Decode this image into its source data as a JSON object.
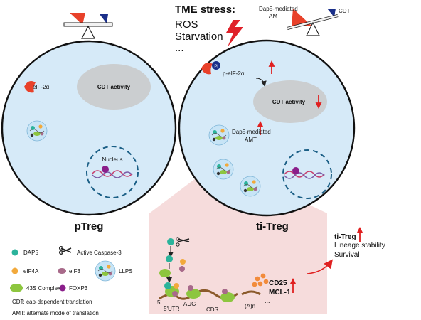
{
  "stress": {
    "title": "TME stress:",
    "items": [
      "ROS",
      "Starvation",
      "..."
    ]
  },
  "seesaw_right": {
    "left_label_line1": "Dap5-mediated",
    "left_label_line2": "AMT",
    "right_label": "CDT"
  },
  "cell_left": {
    "name": "pTreg",
    "eif2a": "eIF-2α",
    "cdt": "CDT activity",
    "nucleus": "Nucleus"
  },
  "cell_right": {
    "name": "ti-Treg",
    "pi": "Pi",
    "p_eif2a": "p-eIF-2α",
    "cdt": "CDT activity",
    "dap5_line1": "Dap5-mediated",
    "dap5_line2": "AMT"
  },
  "legend": {
    "dap5": "DAP5",
    "caspase": "Active Caspase-3",
    "eif4a": "eIF4A",
    "eif3": "eIF3",
    "llps": "LLPS",
    "complex43s": "43S Complex",
    "foxp3": "FOXP3",
    "cdt_def": "CDT: cap-dependent translation",
    "amt_def": "AMT: alternate mode of translation"
  },
  "mrna": {
    "utr": "5'UTR",
    "aug": "AUG",
    "cds": "CDS",
    "polya": "(A)n",
    "five": "5'",
    "products_line1": "CD25",
    "products_line2": "MCL-1",
    "dots": "..."
  },
  "outcome": {
    "title": "ti-Treg",
    "line1": "Lineage stability",
    "line2": "Survival"
  },
  "colors": {
    "cell_fill": "#d6eaf8",
    "seesaw_red": "#e8412a",
    "seesaw_navy": "#1a2f8a",
    "up_arrow": "#e02020",
    "zoom_panel": "#f6dcdc",
    "dap5_teal": "#2bb39b",
    "eif4a_orange": "#f2a93b",
    "eif3_mauve": "#a86a8a",
    "complex43s_green": "#8dc63f",
    "foxp3_purple": "#8a1e8a"
  }
}
